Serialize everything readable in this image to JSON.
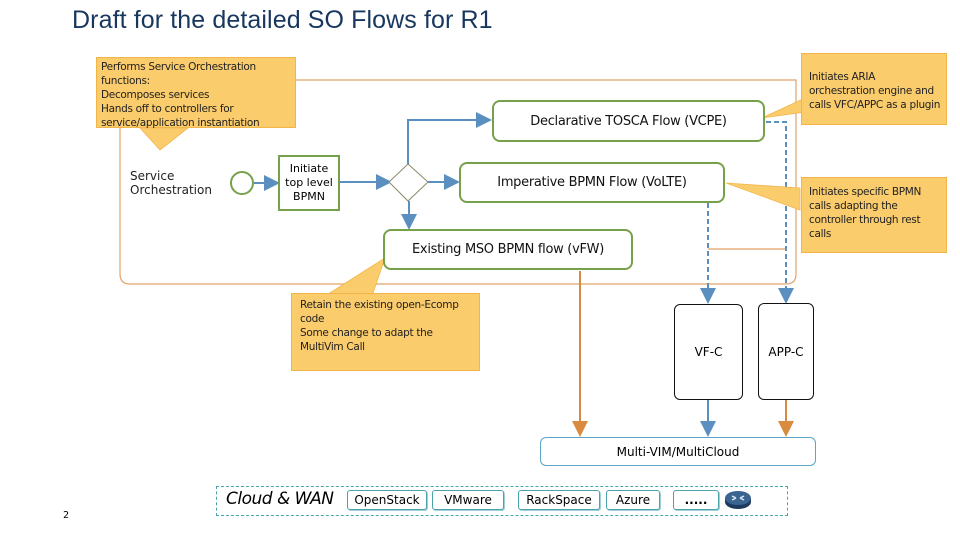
{
  "slide": {
    "title": "Draft for the detailed SO Flows for R1",
    "page_number": "2"
  },
  "callouts": {
    "so_functions": {
      "lines": [
        "Performs Service Orchestration",
        "functions:",
        "Decomposes services",
        "Hands off to controllers for",
        "service/application instantiation"
      ]
    },
    "aria": {
      "lines": [
        "Initiates ARIA",
        "orchestration engine and",
        "calls VFC/APPC as a plugin"
      ]
    },
    "bpmn_specific": {
      "lines": [
        "Initiates specific BPMN",
        "calls adapting the",
        "controller through rest",
        "calls"
      ]
    },
    "retain": {
      "lines": [
        "Retain the existing open-Ecomp",
        "code",
        "Some change to adapt the",
        "MultiVim Call"
      ]
    }
  },
  "service_orchestration": {
    "label_lines": [
      "Service",
      "Orchestration"
    ],
    "start_event": "start-event",
    "initiate_task": {
      "lines": [
        "Initiate",
        "top level",
        "BPMN"
      ]
    },
    "gateway": "exclusive-gateway"
  },
  "flows": {
    "declarative": "Declarative TOSCA Flow (VCPE)",
    "imperative": "Imperative BPMN Flow (VoLTE)",
    "existing": "Existing MSO BPMN flow (vFW)"
  },
  "controllers": {
    "vfc": "VF-C",
    "appc": "APP-C"
  },
  "multivim": {
    "label": "Multi-VIM/MultiCloud"
  },
  "cloud": {
    "label": "Cloud & WAN",
    "items": [
      "OpenStack",
      "VMware",
      "RackSpace",
      "Azure",
      "....."
    ],
    "router_icon": "router-icon"
  },
  "colors": {
    "title": "#17375e",
    "callout": "#fbcc6c",
    "flow_border": "#77a04a",
    "flow_arrow": "#5b8fc0",
    "orange_line": "#d98b3f",
    "cloud_border": "#4aa3ad"
  }
}
